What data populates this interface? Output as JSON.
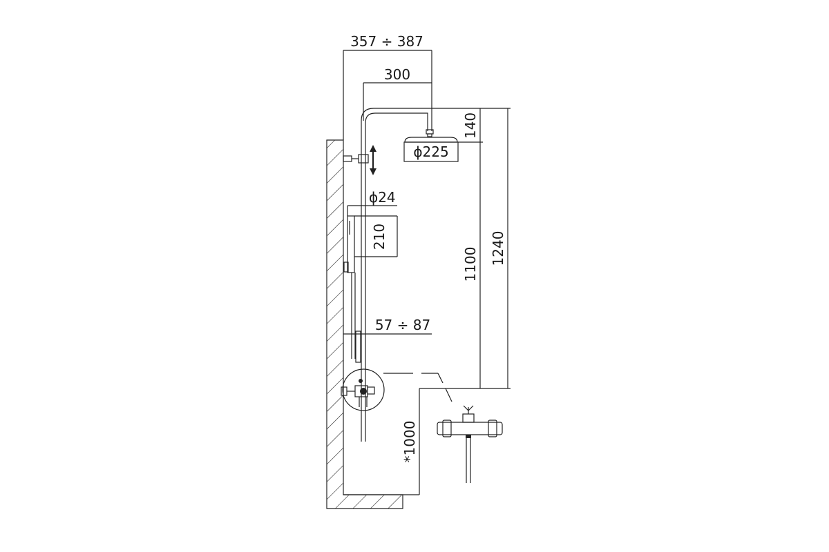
{
  "dimensions": {
    "overall_projection": "357 ÷ 387",
    "head_arm_length": "300",
    "head_drop": "140",
    "head_diameter": "ϕ225",
    "riser_diameter": "ϕ24",
    "handshower_length": "210",
    "head_height_from_valve": "1100",
    "total_height_from_valve": "1240",
    "wall_offset": "57 ÷ 87",
    "valve_height": "*1000"
  },
  "icons": {
    "slide_arrow": "double-arrow-up-down-icon"
  },
  "colors": {
    "line": "#222222",
    "background": "#ffffff"
  }
}
